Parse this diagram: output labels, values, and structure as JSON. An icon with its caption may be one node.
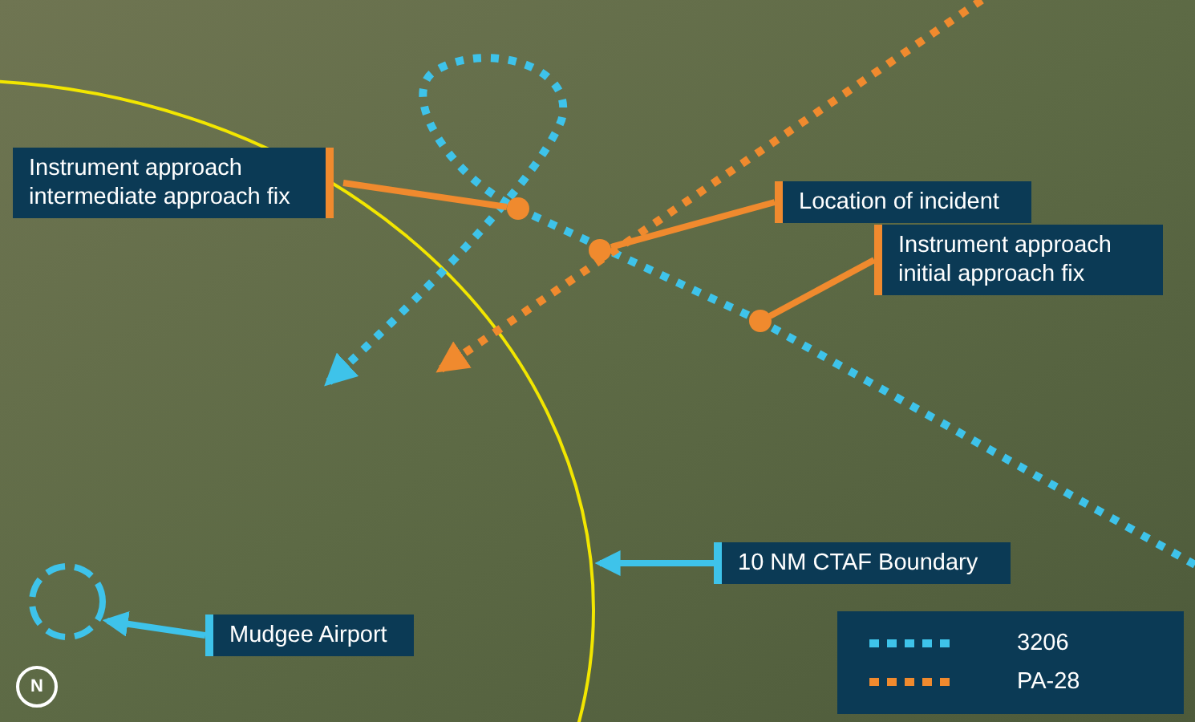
{
  "diagram": {
    "nodes": [
      {
        "text": [
          "Instrument approach intermediate approach fix"
        ]
      },
      {
        "text": [],
        "shape": "circle"
      },
      {
        "text": [
          "Location of incident"
        ]
      },
      {
        "text": [],
        "shape": "circle"
      },
      {
        "text": [
          "Instrument approach initial approach fix"
        ]
      },
      {
        "text": [],
        "shape": "circle"
      },
      {
        "text": [
          "10 NM CTAF Boundary"
        ]
      },
      {
        "text": [
          "Mudgee Airport"
        ]
      },
      {
        "text": [],
        "shape": "circle"
      }
    ],
    "edges": [
      {
        "from": 0,
        "to": 1,
        "arrow": "none"
      },
      {
        "from": 2,
        "to": 3,
        "arrow": "none"
      },
      {
        "from": 4,
        "to": 5,
        "arrow": "none"
      },
      {
        "from": 6,
        "to": null,
        "arrow": "to",
        "color": "#3ec3ea"
      },
      {
        "from": 7,
        "to": 8,
        "arrow": "to",
        "color": "#3ec3ea"
      }
    ],
    "labels": [
      "N"
    ],
    "legend": [
      {
        "text": "3206"
      },
      {
        "text": "PA-28"
      }
    ]
  }
}
